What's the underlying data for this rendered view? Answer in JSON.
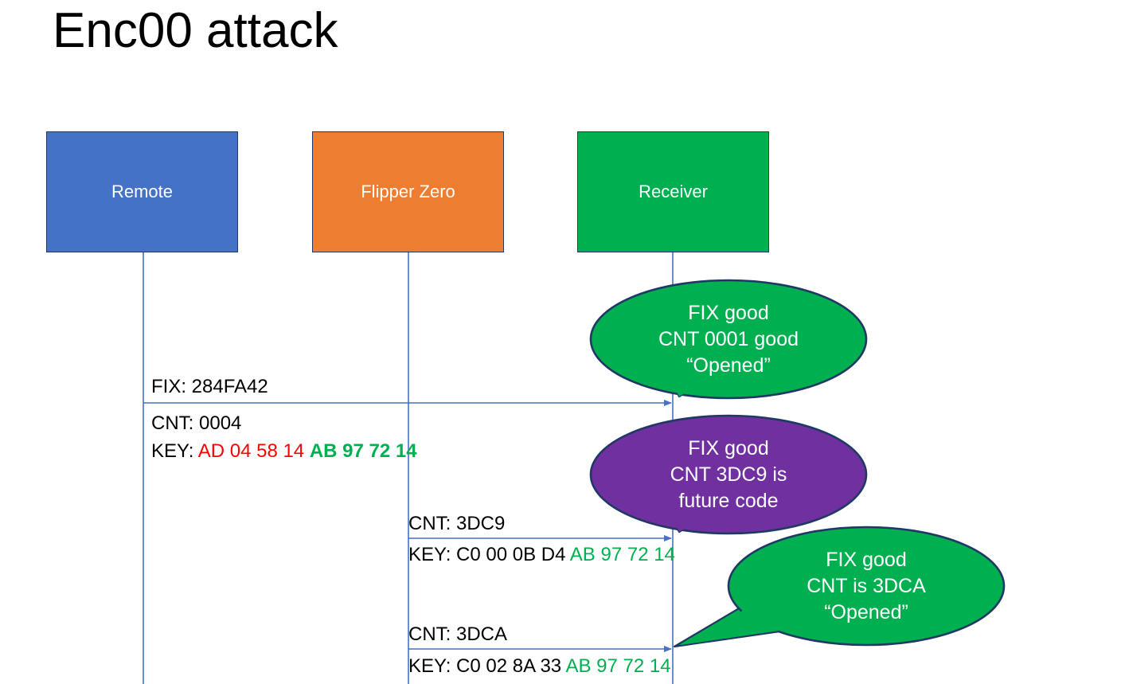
{
  "title": "Enc00 attack",
  "colors": {
    "remote_blue": "#4472C4",
    "flipper_orange": "#ED7D31",
    "receiver_green": "#00B050",
    "callout_purple": "#7030A0",
    "outline_navy": "#1F3864",
    "lifeline_blue": "#4472C4",
    "key_red": "#FF0000",
    "key_green": "#00B050"
  },
  "actors": [
    {
      "id": "remote",
      "label": "Remote"
    },
    {
      "id": "flipper",
      "label": "Flipper Zero"
    },
    {
      "id": "receiver",
      "label": "Receiver"
    }
  ],
  "messages": [
    {
      "id": "msg-1",
      "from": "remote",
      "to": "receiver",
      "fix": "FIX: 284FA42",
      "cnt": "CNT: 0004",
      "key_prefix": "KEY: ",
      "key_red": "AD 04 58 14",
      "key_green": "AB 97 72 14"
    },
    {
      "id": "msg-2",
      "from": "flipper",
      "to": "receiver",
      "cnt": "CNT: 3DC9",
      "key_prefix": "KEY: C0 00 0B D4 ",
      "key_green": "AB 97 72 14"
    },
    {
      "id": "msg-3",
      "from": "flipper",
      "to": "receiver",
      "cnt": "CNT: 3DCA",
      "key_prefix": "KEY: C0 02 8A 33 ",
      "key_green": "AB 97 72 14"
    }
  ],
  "callouts": [
    {
      "id": "callout-1",
      "color": "#00B050",
      "line1": "FIX good",
      "line2": "CNT 0001 good",
      "line3": "“Opened”"
    },
    {
      "id": "callout-2",
      "color": "#7030A0",
      "line1": "FIX good",
      "line2": "CNT 3DC9 is",
      "line3": "future code"
    },
    {
      "id": "callout-3",
      "color": "#00B050",
      "line1": "FIX good",
      "line2": "CNT is 3DCA",
      "line3": "“Opened”"
    }
  ]
}
